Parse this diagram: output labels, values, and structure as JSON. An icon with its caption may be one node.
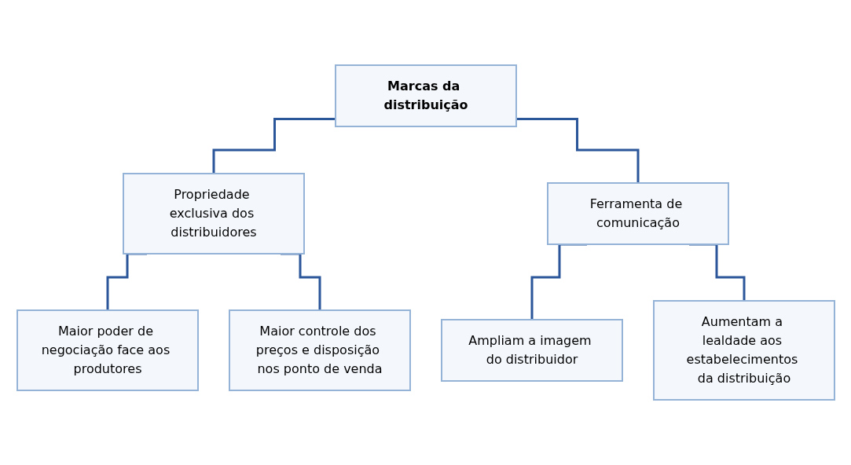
{
  "diagram": {
    "nodes": [
      {
        "text": [
          "Marcas da distribuição"
        ]
      },
      {
        "text": [
          "Propriedade exclusiva dos distribuidores"
        ]
      },
      {
        "text": [
          "Ferramenta de comunicação"
        ]
      },
      {
        "text": [
          "Maior poder de negociação face aos produtores"
        ]
      },
      {
        "text": [
          "Maior controle dos preços e disposição nos ponto de venda"
        ]
      },
      {
        "text": [
          "Ampliam a imagem do distribuidor"
        ]
      },
      {
        "text": [
          "Aumentam a lealdade aos estabelecimentos da distribuição"
        ]
      }
    ],
    "edges": [
      {
        "from": 0,
        "to": 1,
        "arrow": "none"
      },
      {
        "from": 0,
        "to": 2,
        "arrow": "none"
      },
      {
        "from": 1,
        "to": 3,
        "arrow": "none"
      },
      {
        "from": 1,
        "to": 4,
        "arrow": "none"
      },
      {
        "from": 2,
        "to": 5,
        "arrow": "none"
      },
      {
        "from": 2,
        "to": 6,
        "arrow": "none"
      }
    ]
  }
}
